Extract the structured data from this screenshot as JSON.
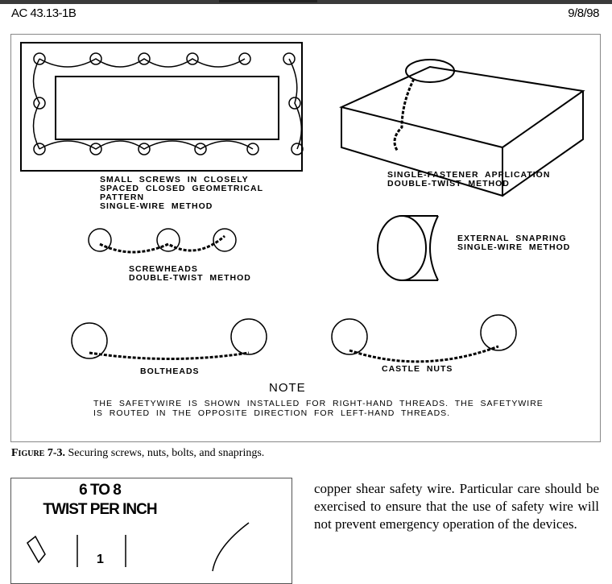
{
  "header": {
    "doc_id": "AC 43.13-1B",
    "date": "9/8/98"
  },
  "figure": {
    "labels": {
      "small_screws": "SMALL  SCREWS  IN  CLOSELY\nSPACED  CLOSED  GEOMETRICAL\nPATTERN\nSINGLE-WIRE  METHOD",
      "single_fastener": "SINGLE-FASTENER  APPLICATION\nDOUBLE-TWIST  METHOD",
      "snapring": "EXTERNAL  SNAPRING\nSINGLE-WIRE  METHOD",
      "screwheads": "SCREWHEADS\nDOUBLE-TWIST  METHOD",
      "boltheads": "BOLTHEADS",
      "castle_nuts": "CASTLE  NUTS",
      "note_title": "NOTE",
      "note_text": "THE  SAFETYWIRE  IS  SHOWN  INSTALLED  FOR  RIGHT-HAND  THREADS.  THE  SAFETYWIRE\nIS  ROUTED  IN  THE  OPPOSITE  DIRECTION  FOR  LEFT-HAND  THREADS."
    },
    "caption_label": "Figure 7-3.",
    "caption_text": " Securing screws, nuts, bolts, and snaprings."
  },
  "figure2": {
    "line1": "6 TO 8",
    "line2": "TWIST PER INCH",
    "marker": "1"
  },
  "body_text": "copper shear safety wire.  Particular care should be exercised to ensure that the use of safety wire will not prevent emergency operation of the devices."
}
